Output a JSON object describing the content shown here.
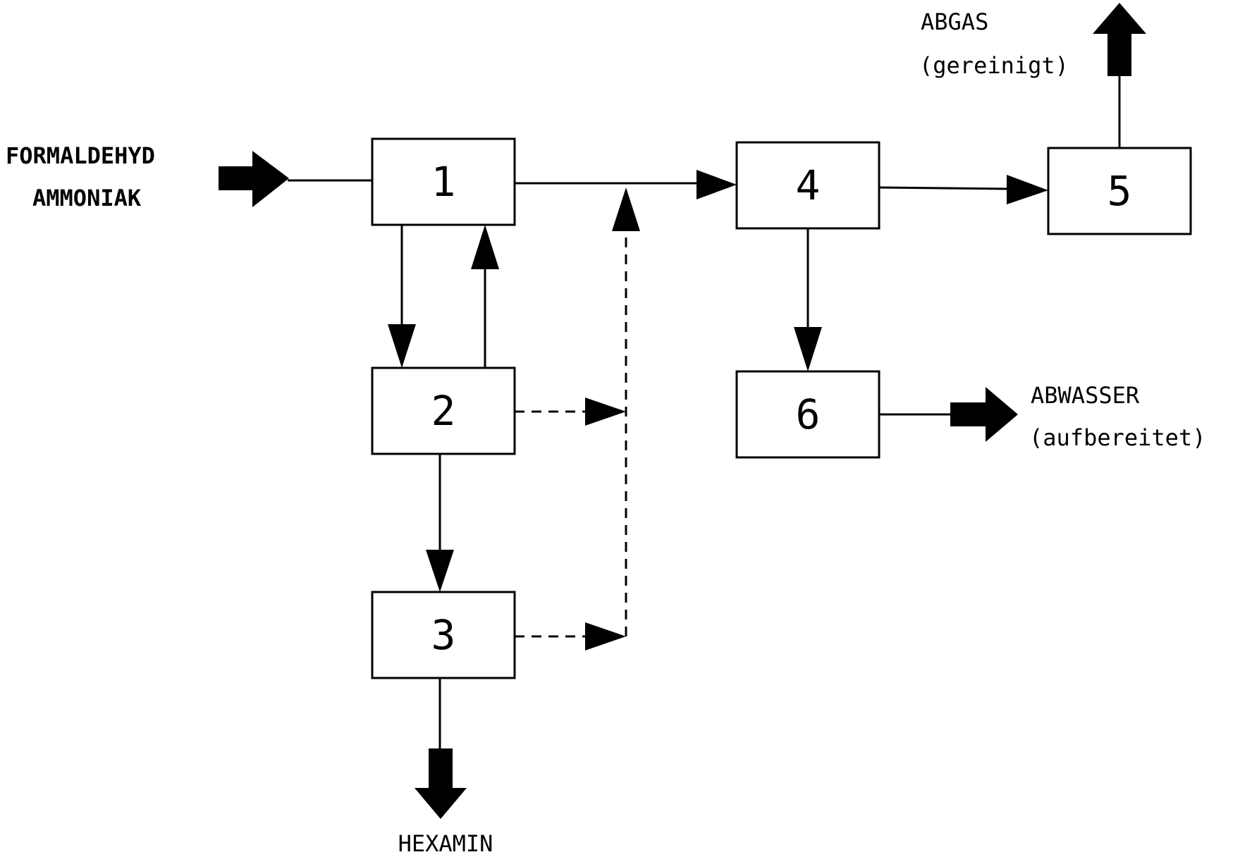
{
  "boxes": [
    {
      "id": "1",
      "label": "1"
    },
    {
      "id": "2",
      "label": "2"
    },
    {
      "id": "3",
      "label": "3"
    },
    {
      "id": "4",
      "label": "4"
    },
    {
      "id": "5",
      "label": "5"
    },
    {
      "id": "6",
      "label": "6"
    }
  ],
  "labels": {
    "input_line1": "FORMALDEHYD",
    "input_line2": "AMMONIAK",
    "product": "HEXAMIN",
    "exhaust_line1": "ABGAS",
    "exhaust_line2": "(gereinigt)",
    "wastewater_line1": "ABWASSER",
    "wastewater_line2": "(aufbereitet)"
  },
  "colors": {
    "line": "#000000",
    "background": "#ffffff"
  }
}
